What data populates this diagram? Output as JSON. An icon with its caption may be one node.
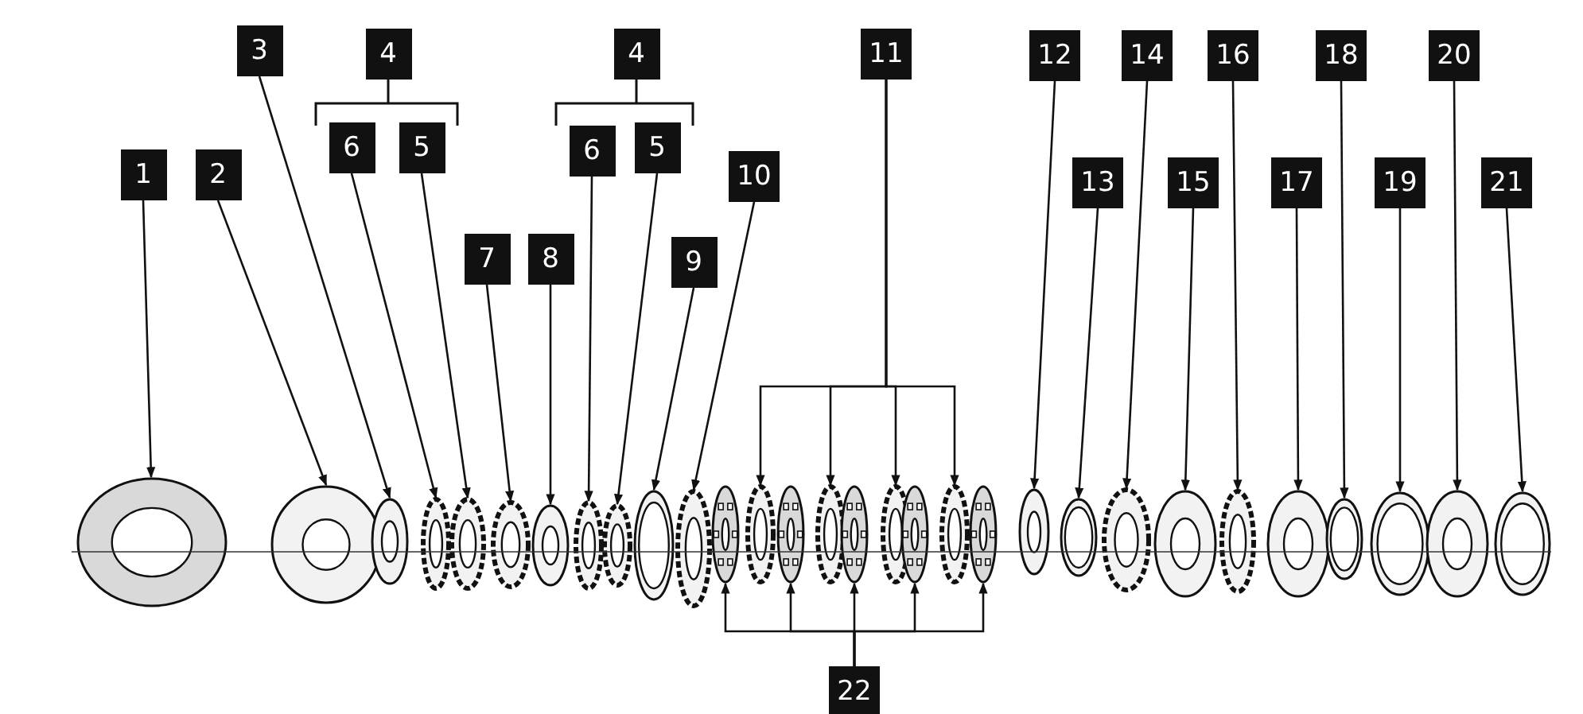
{
  "diagram": {
    "nodes": [
      {
        "text": [
          "1"
        ]
      },
      {
        "text": [
          "2"
        ]
      },
      {
        "text": [
          "3"
        ]
      },
      {
        "text": [
          "4"
        ]
      },
      {
        "text": [
          "6"
        ]
      },
      {
        "text": [
          "5"
        ]
      },
      {
        "text": [
          "7"
        ]
      },
      {
        "text": [
          "8"
        ]
      },
      {
        "text": [
          "4"
        ]
      },
      {
        "text": [
          "6"
        ]
      },
      {
        "text": [
          "5"
        ]
      },
      {
        "text": [
          "9"
        ]
      },
      {
        "text": [
          "10"
        ]
      },
      {
        "text": [
          "11"
        ]
      },
      {
        "text": [
          "12"
        ]
      },
      {
        "text": [
          "13"
        ]
      },
      {
        "text": [
          "14"
        ]
      },
      {
        "text": [
          "15"
        ]
      },
      {
        "text": [
          "16"
        ]
      },
      {
        "text": [
          "17"
        ]
      },
      {
        "text": [
          "18"
        ]
      },
      {
        "text": [
          "19"
        ]
      },
      {
        "text": [
          "20"
        ]
      },
      {
        "text": [
          "21"
        ]
      },
      {
        "text": [
          "22"
        ]
      },
      {
        "text": [],
        "shape": "picture"
      },
      {
        "text": [],
        "shape": "picture"
      },
      {
        "text": [],
        "shape": "picture"
      },
      {
        "text": [],
        "shape": "picture"
      },
      {
        "text": [],
        "shape": "picture"
      },
      {
        "text": [],
        "shape": "picture"
      },
      {
        "text": [],
        "shape": "picture"
      },
      {
        "text": [],
        "shape": "picture"
      },
      {
        "text": [],
        "shape": "picture"
      },
      {
        "text": [],
        "shape": "picture"
      },
      {
        "text": [],
        "shape": "picture"
      },
      {
        "text": [],
        "shape": "picture"
      },
      {
        "text": [],
        "shape": "picture"
      },
      {
        "text": [],
        "shape": "picture"
      },
      {
        "text": [],
        "shape": "picture"
      },
      {
        "text": [],
        "shape": "picture"
      },
      {
        "text": [],
        "shape": "picture"
      },
      {
        "text": [],
        "shape": "picture"
      },
      {
        "text": [],
        "shape": "picture"
      },
      {
        "text": [],
        "shape": "picture"
      },
      {
        "text": [],
        "shape": "picture"
      },
      {
        "text": [],
        "shape": "picture"
      },
      {
        "text": [],
        "shape": "picture"
      },
      {
        "text": [],
        "shape": "picture"
      },
      {
        "text": [],
        "shape": "picture"
      },
      {
        "text": [],
        "shape": "picture"
      },
      {
        "text": [],
        "shape": "picture"
      },
      {
        "text": [],
        "shape": "picture"
      },
      {
        "text": [],
        "shape": "picture"
      },
      {
        "text": [],
        "shape": "picture"
      }
    ],
    "edges": [
      {
        "from": 0,
        "to": 25,
        "arrow": "to"
      },
      {
        "from": 1,
        "to": 26,
        "arrow": "to"
      },
      {
        "from": 2,
        "to": 27,
        "arrow": "to"
      },
      {
        "from": 4,
        "to": 28,
        "arrow": "to"
      },
      {
        "from": 5,
        "to": 29,
        "arrow": "to"
      },
      {
        "from": 6,
        "to": 30,
        "arrow": "to"
      },
      {
        "from": 7,
        "to": 31,
        "arrow": "to"
      },
      {
        "from": 9,
        "to": 32,
        "arrow": "to"
      },
      {
        "from": 10,
        "to": 33,
        "arrow": "to"
      },
      {
        "from": 11,
        "to": 34,
        "arrow": "to"
      },
      {
        "from": 12,
        "to": 35,
        "arrow": "to"
      },
      {
        "from": 13,
        "to": 37,
        "arrow": "to"
      },
      {
        "from": 13,
        "to": 39,
        "arrow": "to"
      },
      {
        "from": 13,
        "to": 41,
        "arrow": "to"
      },
      {
        "from": 13,
        "to": 43,
        "arrow": "to"
      },
      {
        "from": 24,
        "to": 36,
        "arrow": "to"
      },
      {
        "from": 24,
        "to": 38,
        "arrow": "to"
      },
      {
        "from": 24,
        "to": 40,
        "arrow": "to"
      },
      {
        "from": 24,
        "to": 42,
        "arrow": "to"
      },
      {
        "from": 24,
        "to": 44,
        "arrow": "to"
      },
      {
        "from": 14,
        "to": 45,
        "arrow": "to"
      },
      {
        "from": 15,
        "to": 46,
        "arrow": "to"
      },
      {
        "from": 16,
        "to": 47,
        "arrow": "to"
      },
      {
        "from": 17,
        "to": 48,
        "arrow": "to"
      },
      {
        "from": 18,
        "to": 49,
        "arrow": "to"
      },
      {
        "from": 19,
        "to": 50,
        "arrow": "to"
      },
      {
        "from": 20,
        "to": 51,
        "arrow": "to"
      },
      {
        "from": 21,
        "to": 52,
        "arrow": "to"
      },
      {
        "from": 22,
        "to": 53,
        "arrow": "to"
      },
      {
        "from": 23,
        "to": 54,
        "arrow": "to"
      }
    ]
  }
}
